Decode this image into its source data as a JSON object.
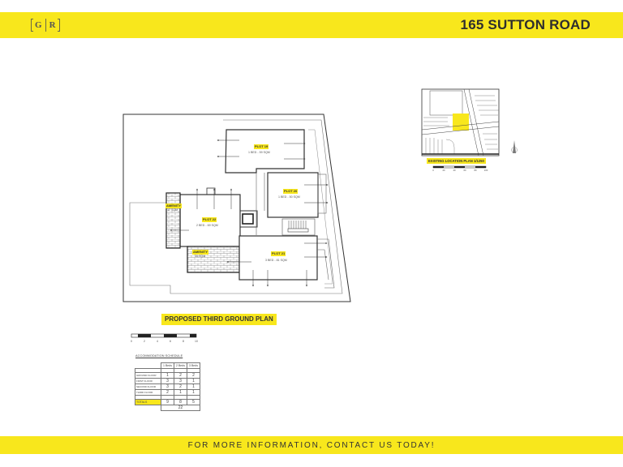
{
  "header": {
    "logo": {
      "left": "G",
      "right": "R"
    },
    "title": "165 SUTTON ROAD",
    "brand_color": "#f8e71c"
  },
  "floor_plan": {
    "title": "PROPOSED THIRD GROUND PLAN",
    "plots": [
      {
        "id": "plot-19",
        "label": "PLOT 19",
        "detail": "1 BED - 59 SQM"
      },
      {
        "id": "plot-20",
        "label": "PLOT 20",
        "detail": "1 BED - 50 SQM"
      },
      {
        "id": "plot-21",
        "label": "PLOT 21",
        "detail": "3 BED - 81 SQM"
      },
      {
        "id": "plot-22",
        "label": "PLOT 22",
        "detail": "2 BED - 69 SQM"
      }
    ],
    "amenities": [
      {
        "label": "AMENITY",
        "detail": "17 SQM"
      },
      {
        "label": "AMENITY",
        "detail": "30 SQM"
      }
    ],
    "scale_bar": {
      "ticks": [
        "0",
        "2",
        "4",
        "6",
        "8",
        "10"
      ]
    }
  },
  "location_plan": {
    "title": "EXISTING LOCATION PLAN 1/1250",
    "scale_bar": {
      "ticks": [
        "0",
        "20",
        "40",
        "60",
        "80",
        "100"
      ]
    },
    "north_arrow": "north-arrow-icon"
  },
  "schedule": {
    "title": "ACCOMMODATION SCHEDULE",
    "columns": [
      "",
      "1 Beds",
      "2 Beds",
      "3 Beds"
    ],
    "rows": [
      {
        "label": "GROUND FLOOR",
        "values": [
          "1",
          "2",
          "2"
        ]
      },
      {
        "label": "FIRST FLOOR",
        "values": [
          "3",
          "3",
          "1"
        ]
      },
      {
        "label": "SECOND FLOOR",
        "values": [
          "3",
          "2",
          "1"
        ]
      },
      {
        "label": "THIRD FLOOR",
        "values": [
          "2",
          "1",
          "1"
        ]
      }
    ],
    "totals": {
      "label": "TOTALS",
      "values": [
        "9",
        "8",
        "5"
      ],
      "grand_total": "22"
    }
  },
  "footer": {
    "text": "FOR MORE INFORMATION, CONTACT US TODAY!"
  }
}
